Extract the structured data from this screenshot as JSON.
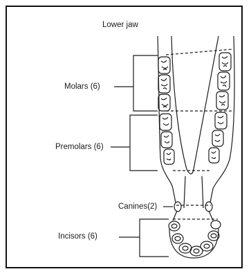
{
  "title": "Lower jaw",
  "labels": {
    "molars": "Molars (6)",
    "premolars": "Premolars (6)",
    "canines": "Canines(2)",
    "incisors": "Incisors (6)"
  },
  "colors": {
    "line": "#1a1a1a",
    "background": "#ffffff"
  }
}
